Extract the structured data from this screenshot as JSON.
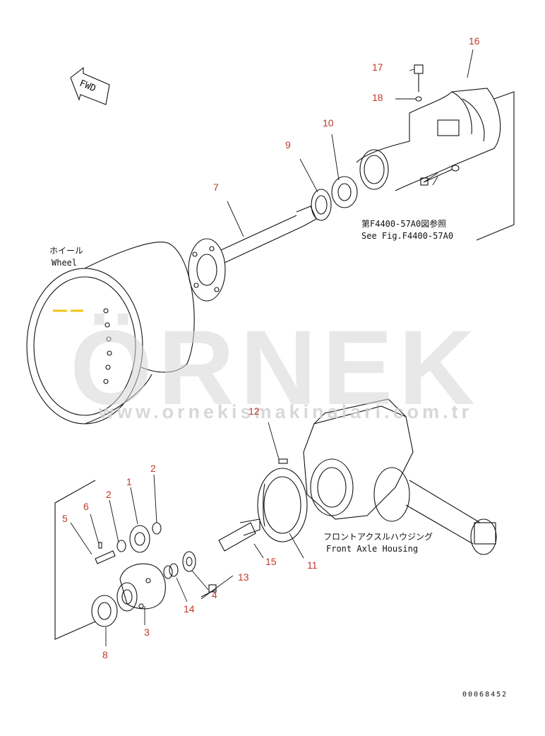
{
  "watermark": {
    "brand": "ÖRNEK",
    "url": "www.ornekismakinalari.com.tr"
  },
  "fwd_label": "FWD",
  "callouts": {
    "p1": "1",
    "p2a": "2",
    "p2b": "2",
    "p3": "3",
    "p4": "4",
    "p5": "5",
    "p6": "6",
    "p7": "7",
    "p8": "8",
    "p9": "9",
    "p10": "10",
    "p11": "11",
    "p12": "12",
    "p13": "13",
    "p14": "14",
    "p15": "15",
    "p16": "16",
    "p17": "17",
    "p18": "18"
  },
  "notes": {
    "wheel_jp": "ホイール",
    "wheel_en": "Wheel",
    "see_fig_jp": "第F4400-57A0図参照",
    "see_fig_en": "See Fig.F4400-57A0",
    "axle_housing_jp": "フロントアクスルハウジング",
    "axle_housing_en": "Front Axle Housing"
  },
  "doc_number": "00068452",
  "colors": {
    "line": "#111111",
    "callout": "#c0392b",
    "accent": "#f0c419"
  }
}
